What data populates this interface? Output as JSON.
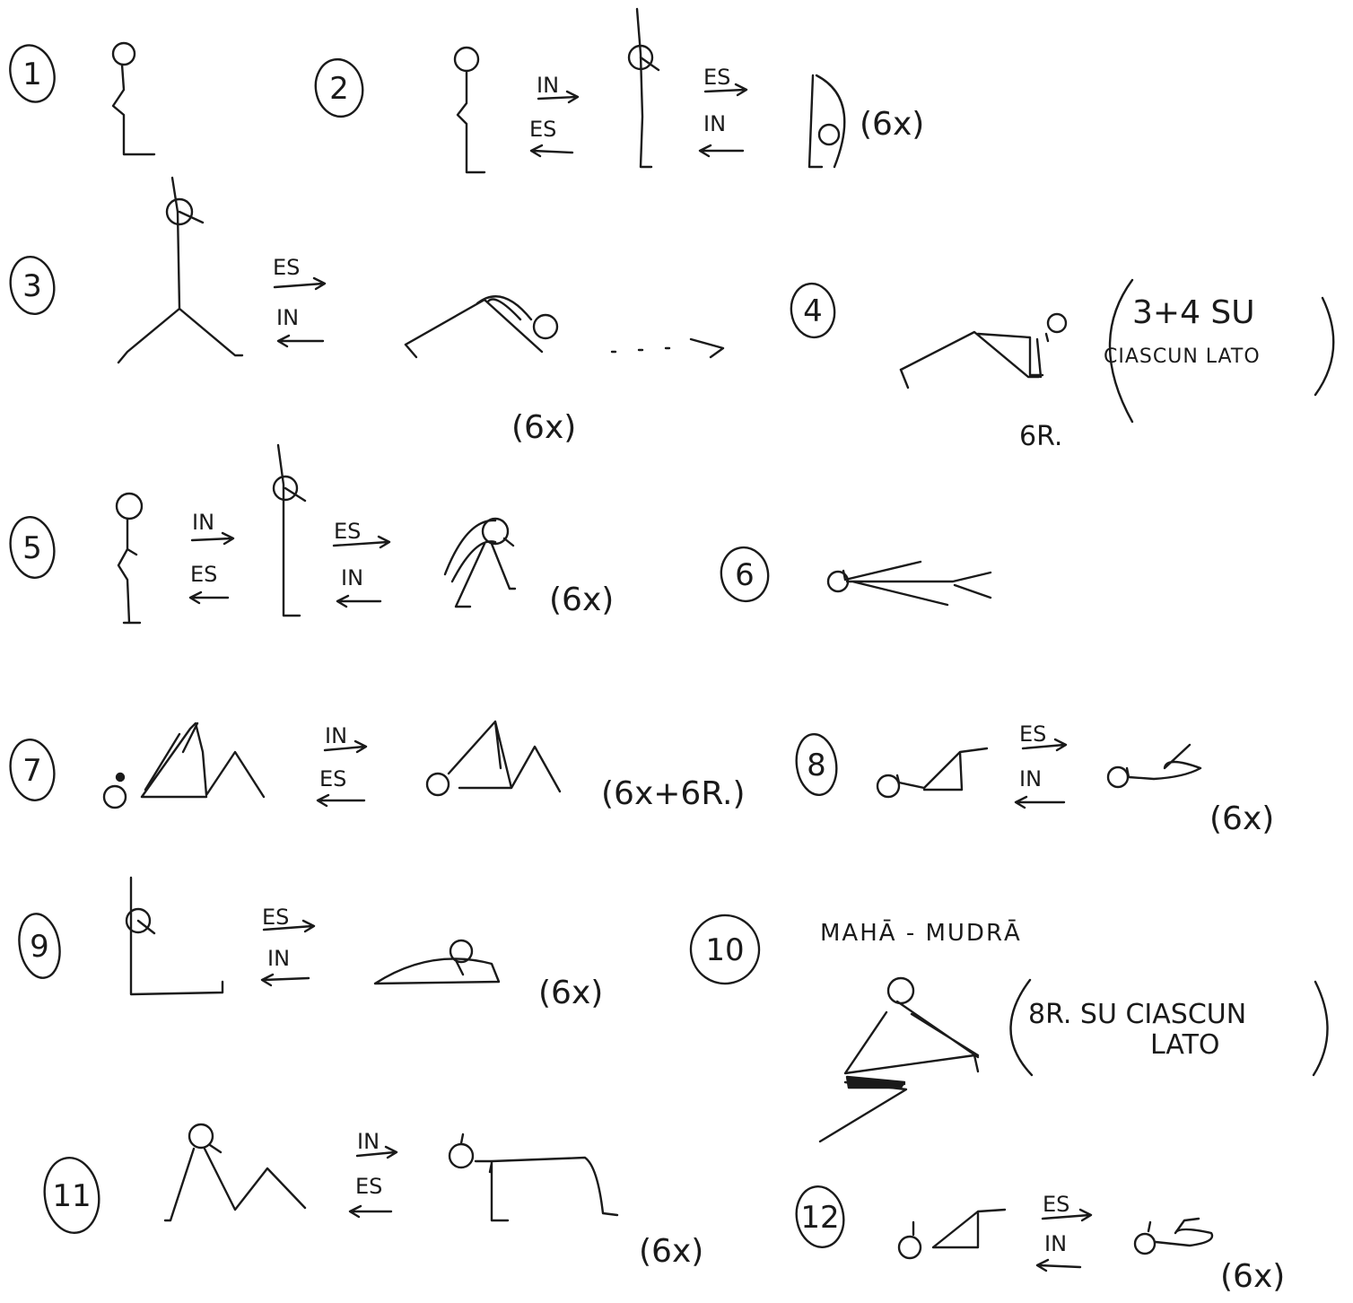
{
  "exercises": [
    {
      "number": "1"
    },
    {
      "number": "2",
      "top_breath": "IN",
      "bottom_breath": "ES",
      "top_breath_2": "ES",
      "bottom_breath_2": "IN",
      "reps": "(6x)"
    },
    {
      "number": "3",
      "top_breath": "ES",
      "bottom_breath": "IN",
      "reps": "(6x)"
    },
    {
      "number": "4",
      "reps": "6R.",
      "note_line1": "3+4  SU",
      "note_line2": "CIASCUN  LATO"
    },
    {
      "number": "5",
      "top_breath": "IN",
      "bottom_breath": "ES",
      "top_breath_2": "ES",
      "bottom_breath_2": "IN",
      "reps": "(6x)"
    },
    {
      "number": "6"
    },
    {
      "number": "7",
      "top_breath": "IN",
      "bottom_breath": "ES",
      "reps": "(6x+6R.)"
    },
    {
      "number": "8",
      "top_breath": "ES",
      "bottom_breath": "IN",
      "reps": "(6x)"
    },
    {
      "number": "9",
      "top_breath": "ES",
      "bottom_breath": "IN",
      "reps": "(6x)"
    },
    {
      "number": "10",
      "title": "MAHĀ - MUDRĀ",
      "note_line1": "8R.  SU CIASCUN",
      "note_line2": "LATO"
    },
    {
      "number": "11",
      "top_breath": "IN",
      "bottom_breath": "ES",
      "reps": "(6x)"
    },
    {
      "number": "12",
      "top_breath": "ES",
      "bottom_breath": "IN",
      "reps": "(6x)"
    }
  ],
  "ink_color": "#1a1a1a",
  "paper_color": "#ffffff"
}
